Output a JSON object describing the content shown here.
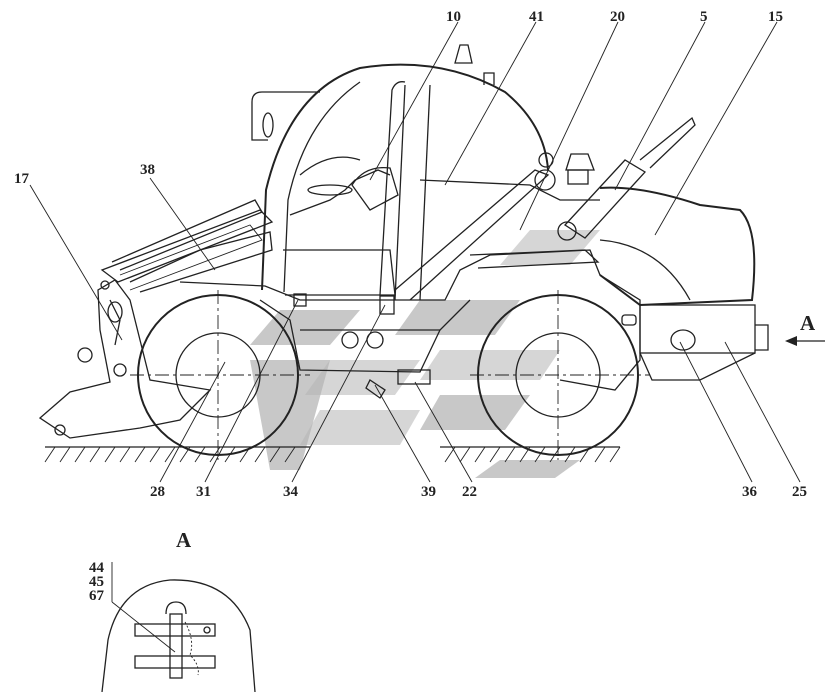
{
  "callouts": [
    "10",
    "41",
    "20",
    "5",
    "15",
    "17",
    "38",
    "28",
    "31",
    "34",
    "39",
    "22",
    "36",
    "25"
  ],
  "view_arrow_label": "A",
  "detail": {
    "title": "A",
    "callouts": [
      "44",
      "45",
      "67"
    ]
  }
}
